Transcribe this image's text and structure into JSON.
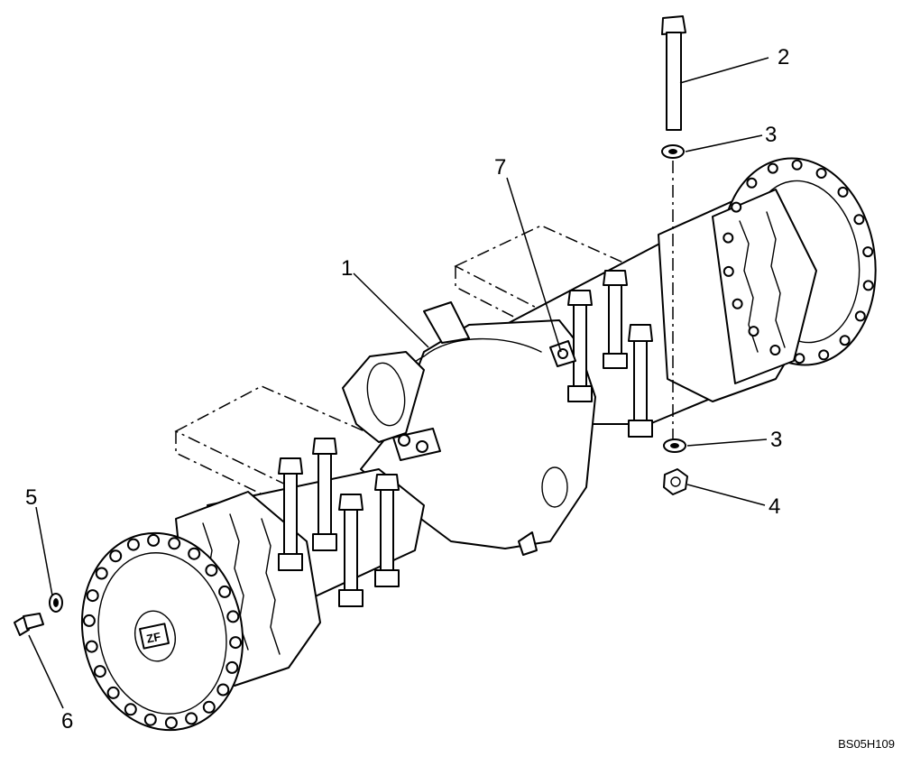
{
  "callouts": {
    "c1": "1",
    "c2": "2",
    "c3a": "3",
    "c3b": "3",
    "c4": "4",
    "c5": "5",
    "c6": "6",
    "c7": "7"
  },
  "drawing_code": "BS05H109",
  "colors": {
    "ink": "#000000",
    "paper": "#ffffff"
  },
  "logo_text": "ZF"
}
